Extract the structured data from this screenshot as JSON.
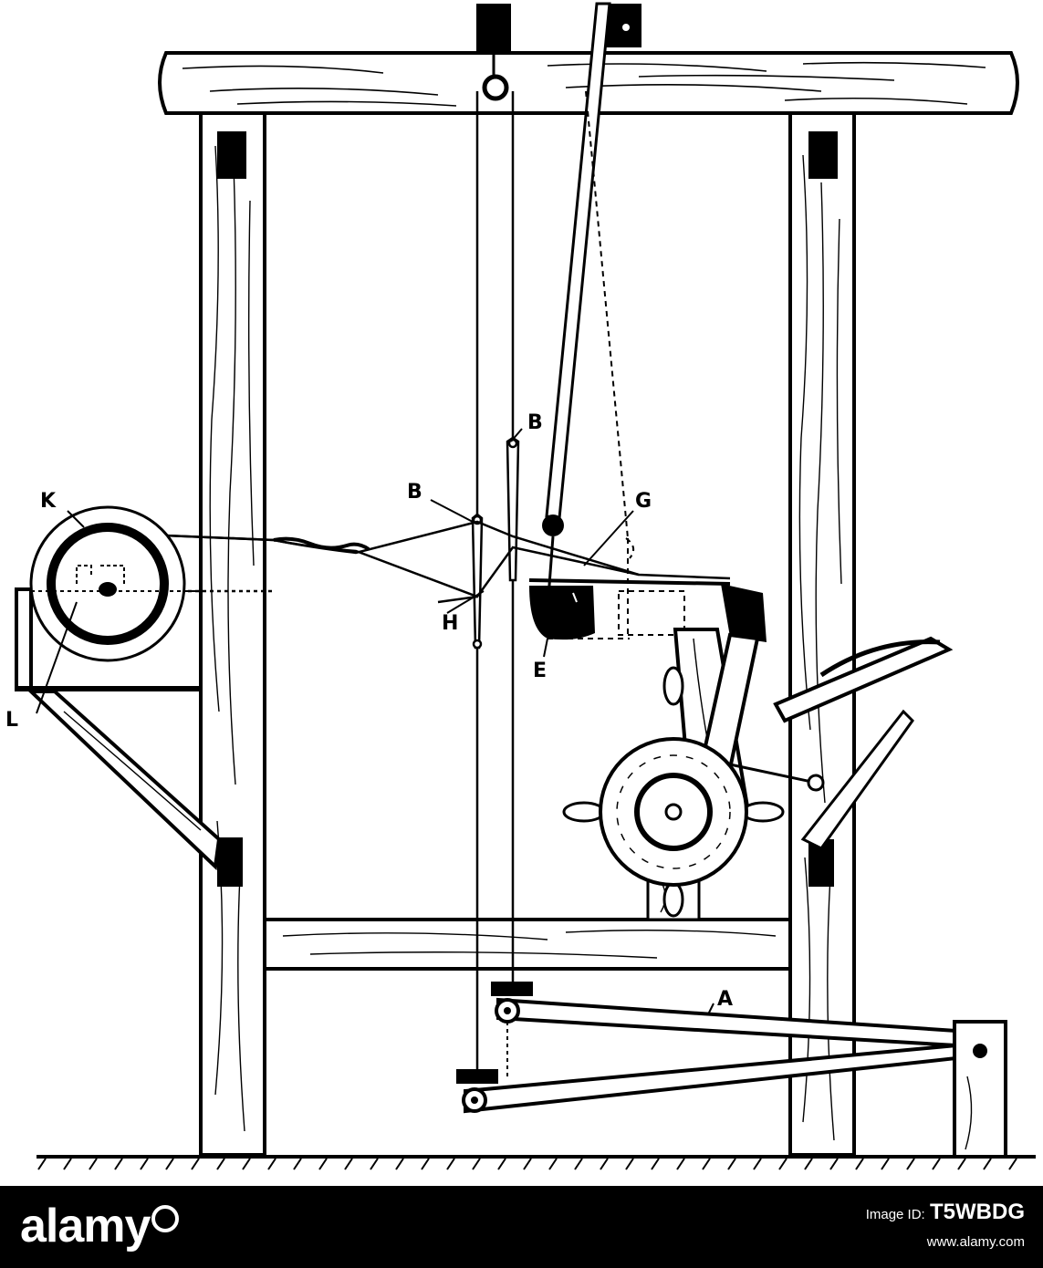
{
  "labels": {
    "A": "A",
    "B1": "B",
    "B2": "B",
    "E": "E",
    "G": "G",
    "H": "H",
    "K": "K",
    "L": "L"
  },
  "footer": {
    "brand": "alamy",
    "image_id_label": "Image ID:",
    "image_id": "T5WBDG",
    "site": "www.alamy.com"
  },
  "colors": {
    "ink": "#000000",
    "paper": "#ffffff",
    "footer_bg": "#000000"
  }
}
